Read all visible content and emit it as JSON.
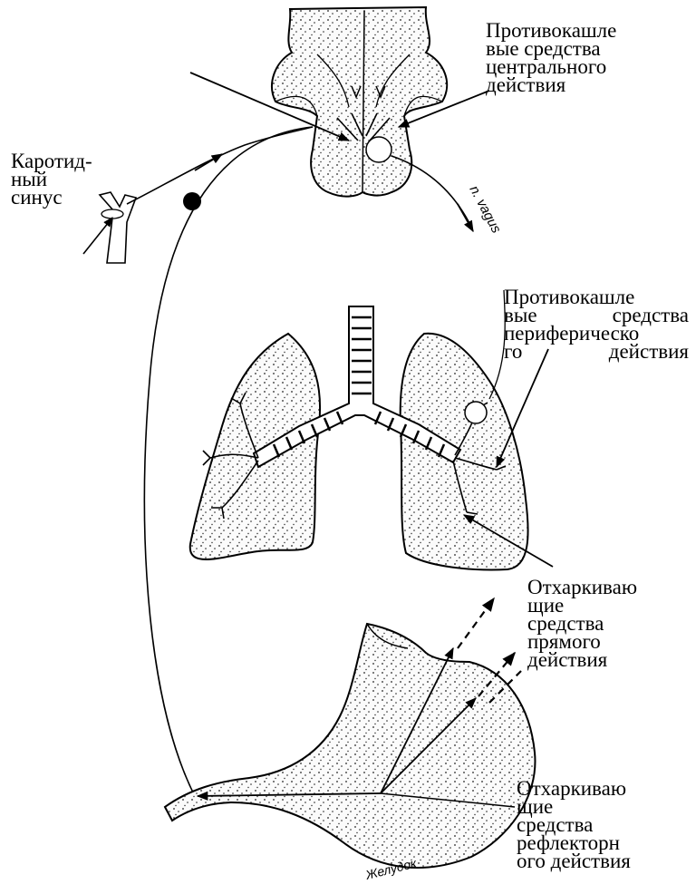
{
  "labels": {
    "central_antitussive": [
      "Противокашле",
      "вые средства",
      "центрального",
      "действия"
    ],
    "carotid_sinus": [
      "Каротид-",
      "ный",
      "синус"
    ],
    "vagus": "n. vagus",
    "peripheral_antitussive": [
      "Противокашле",
      "вые средства",
      "периферическо",
      "го действия"
    ],
    "direct_expectorant": [
      "Отхаркиваю",
      "щие",
      "средства",
      "прямого",
      "действия"
    ],
    "reflex_expectorant": [
      "Отхаркиваю",
      "щие",
      "средства",
      "рефлекторн",
      "ого действия"
    ],
    "stomach": "Желудок"
  },
  "colors": {
    "ink": "#000000",
    "fill": "#f8f8f8",
    "paper": "#ffffff"
  }
}
